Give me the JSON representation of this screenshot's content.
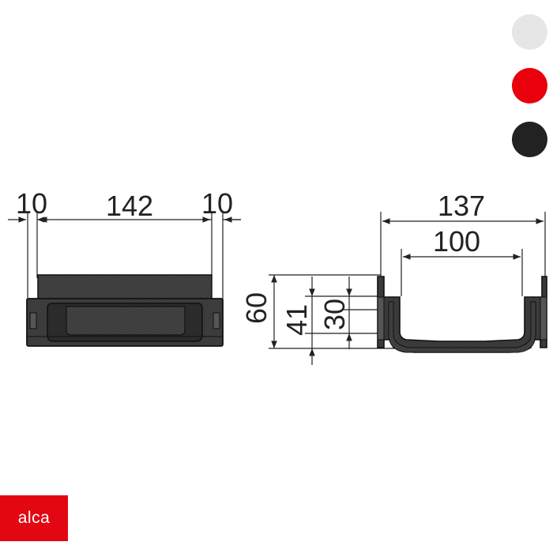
{
  "color_options": [
    {
      "name": "light-grey",
      "color": "#e6e6e6"
    },
    {
      "name": "red",
      "color": "#e8000d"
    },
    {
      "name": "black",
      "color": "#222222"
    }
  ],
  "front_view": {
    "dims": {
      "left_flange": "10",
      "body_width": "142",
      "right_flange": "10"
    }
  },
  "side_view": {
    "dims": {
      "outer_width": "137",
      "inner_width": "100",
      "total_height": "60",
      "mid_height": "41",
      "inner_height": "30"
    }
  },
  "brand": {
    "logo_text": "alca",
    "color": "#e30613"
  }
}
